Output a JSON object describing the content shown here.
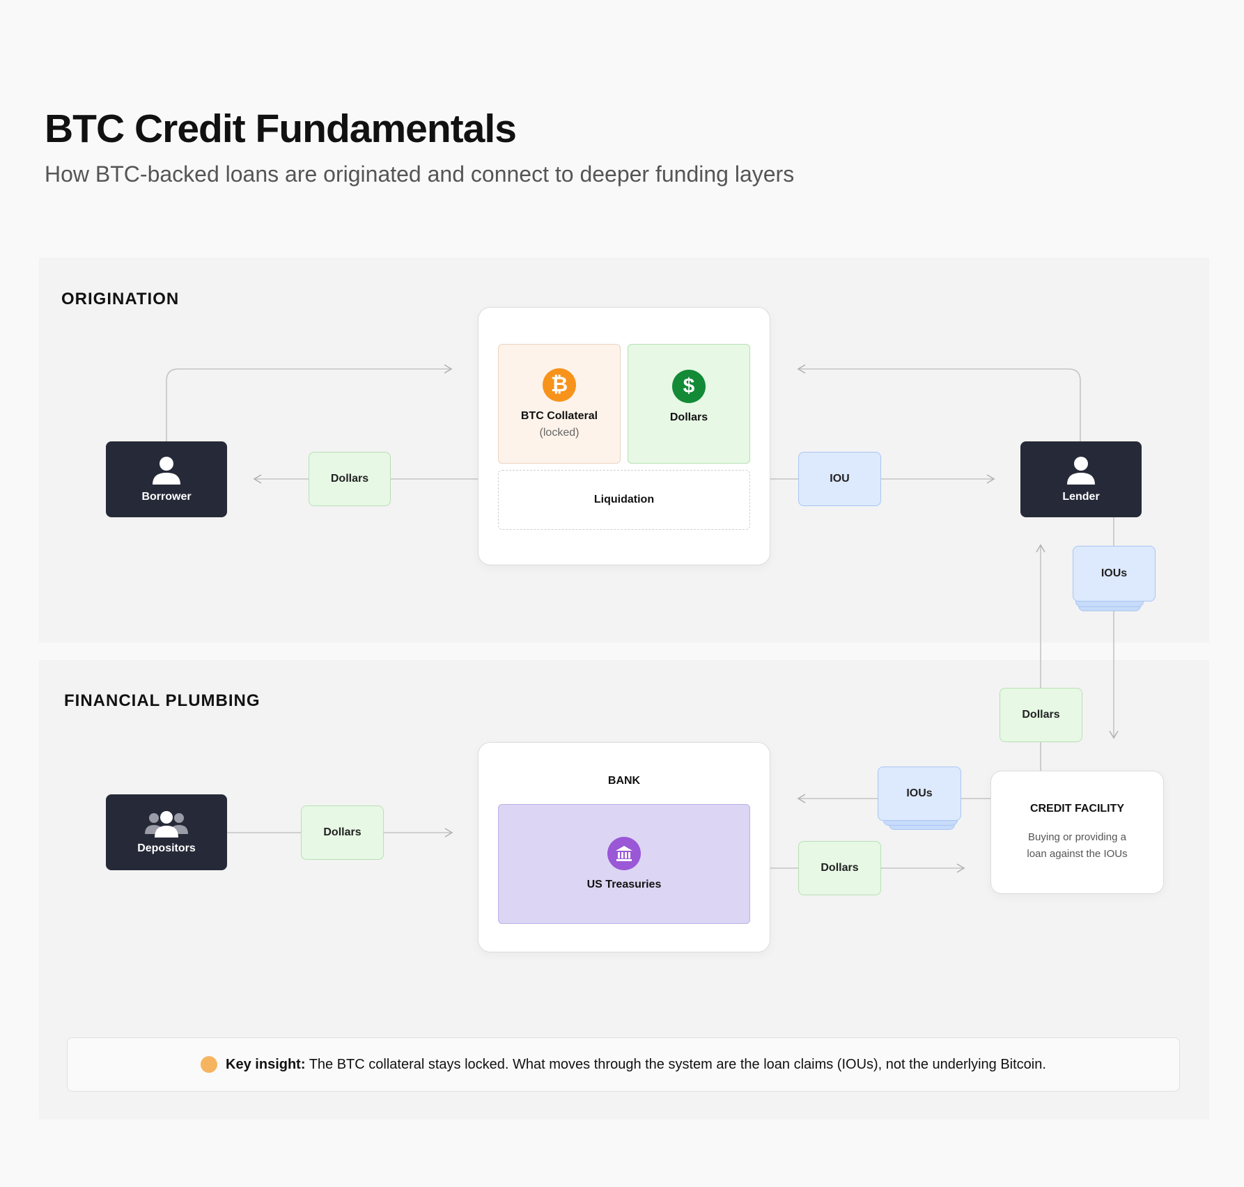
{
  "title": "BTC Credit Fundamentals",
  "subtitle": "How BTC-backed loans are originated and connect to deeper funding layers",
  "origination": {
    "label": "ORIGINATION",
    "borrower": "Borrower",
    "lender": "Lender",
    "dollars_left": "Dollars",
    "iou": "IOU",
    "btc_collateral": "BTC Collateral",
    "btc_locked": "(locked)",
    "dollars_box": "Dollars",
    "liquidation": "Liquidation",
    "ious_stack": "IOUs"
  },
  "plumbing": {
    "label": "FINANCIAL PLUMBING",
    "depositors": "Depositors",
    "dollars_dep": "Dollars",
    "bank": "BANK",
    "treasuries": "US Treasuries",
    "ious": "IOUs",
    "dollars_bank": "Dollars",
    "dollars_vert": "Dollars",
    "credit_title": "CREDIT FACILITY",
    "credit_desc_1": "Buying or providing a",
    "credit_desc_2": "loan against the IOUs"
  },
  "insight": {
    "bold": "Key insight:",
    "text": " The BTC collateral stays locked. What moves through the system are the loan claims (IOUs), not the underlying Bitcoin."
  },
  "colors": {
    "dark_node": "#262a38",
    "green_chip": "#e7f8e5",
    "blue_chip": "#dde9fc",
    "btc_orange": "#f7931a",
    "dollar_green": "#138a36",
    "treasury_purple": "#dcd6f4",
    "bank_icon": "#9a57d6",
    "insight_dot": "#f6b460"
  },
  "icons": {
    "person": "person-icon",
    "people": "people-icon",
    "btc": "bitcoin-icon",
    "dollar": "dollar-icon",
    "bank": "bank-icon"
  }
}
